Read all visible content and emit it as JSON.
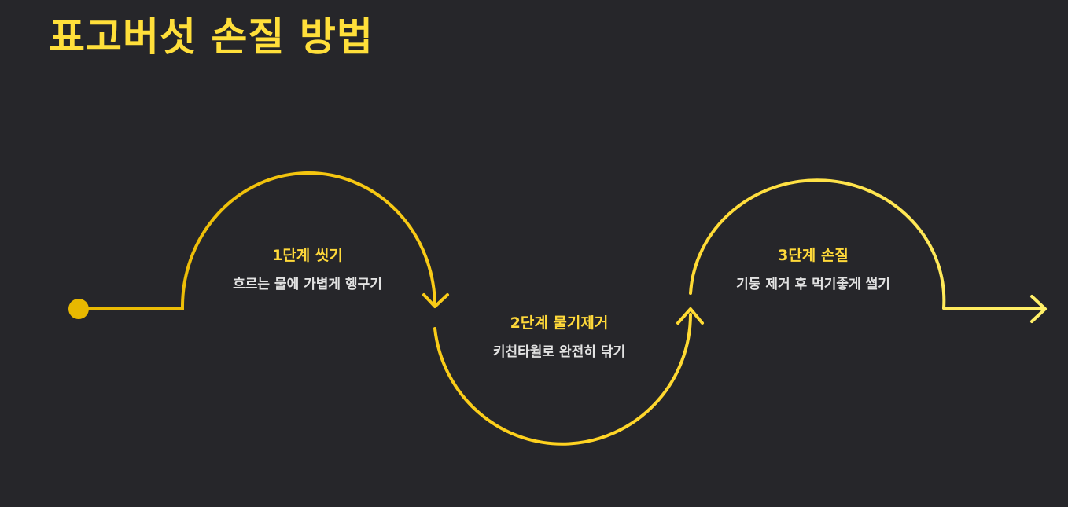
{
  "title": "표고버섯 손질 방법",
  "colors": {
    "background": "#26262a",
    "title": "#ffdf3a",
    "line_start": "#e8b800",
    "line_mid": "#ffd21f",
    "line_end": "#fff06a",
    "desc_text": "#e2e2e2"
  },
  "steps": [
    {
      "title": "1단계 씻기",
      "desc": "흐르는 물에 가볍게 헹구기"
    },
    {
      "title": "2단계 물기제거",
      "desc": "키친타월로 완전히 닦기"
    },
    {
      "title": "3단계 손질",
      "desc": "기둥 제거 후 먹기좋게 썰기"
    }
  ]
}
